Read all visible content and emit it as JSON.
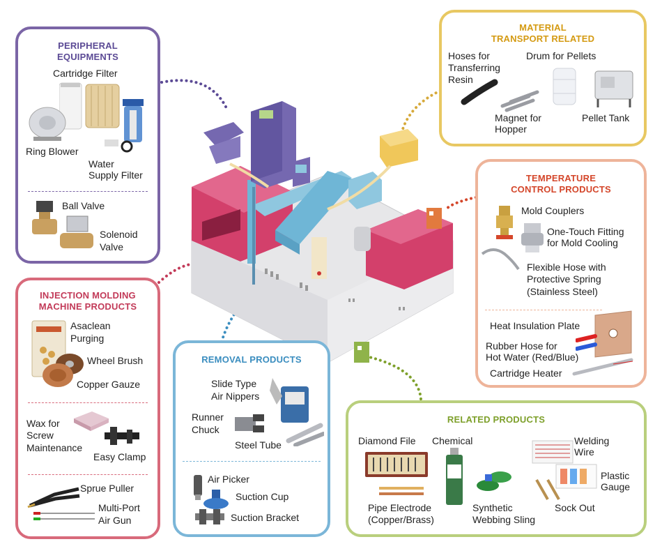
{
  "colors": {
    "peripheral": "#7b65a6",
    "injection": "#d86a7b",
    "removal": "#7bb6d8",
    "material": "#e8c862",
    "temperature": "#eeb49a",
    "related": "#b9cf7d",
    "title_peripheral": "#5b4a95",
    "title_injection": "#c23a58",
    "title_removal": "#3a8dbf",
    "title_material": "#d49a12",
    "title_temperature": "#d4462a",
    "title_related": "#7ea02b"
  },
  "peripheral": {
    "title_line1": "PERIPHERAL",
    "title_line2": "EQUIPMENTS",
    "items": {
      "cartridge_filter": "Cartridge Filter",
      "ring_blower": "Ring Blower",
      "water_supply_filter_1": "Water",
      "water_supply_filter_2": "Supply Filter",
      "ball_valve": "Ball Valve",
      "solenoid_valve_1": "Solenoid",
      "solenoid_valve_2": "Valve"
    }
  },
  "injection": {
    "title_line1": "INJECTION MOLDING",
    "title_line2": "MACHINE PRODUCTS",
    "items": {
      "asaclean_1": "Asaclean",
      "asaclean_2": "Purging",
      "wheel_brush": "Wheel Brush",
      "copper_gauze": "Copper Gauze",
      "wax_1": "Wax for",
      "wax_2": "Screw",
      "wax_3": "Maintenance",
      "easy_clamp": "Easy Clamp",
      "sprue_puller": "Sprue Puller",
      "air_gun_1": "Multi-Port",
      "air_gun_2": "Air Gun"
    }
  },
  "removal": {
    "title": "REMOVAL PRODUCTS",
    "items": {
      "nippers_1": "Slide Type",
      "nippers_2": "Air Nippers",
      "runner_chuck_1": "Runner",
      "runner_chuck_2": "Chuck",
      "steel_tube": "Steel Tube",
      "air_picker": "Air Picker",
      "suction_cup": "Suction Cup",
      "suction_bracket": "Suction Bracket"
    }
  },
  "material": {
    "title_line1": "MATERIAL",
    "title_line2": "TRANSPORT RELATED",
    "items": {
      "hoses_1": "Hoses for",
      "hoses_2": "Transferring",
      "hoses_3": "Resin",
      "drum": "Drum for Pellets",
      "magnet_1": "Magnet for",
      "magnet_2": "Hopper",
      "pellet_tank": "Pellet Tank"
    }
  },
  "temperature": {
    "title_line1": "TEMPERATURE",
    "title_line2": "CONTROL PRODUCTS",
    "items": {
      "mold_couplers": "Mold Couplers",
      "fitting_1": "One-Touch Fitting",
      "fitting_2": "for Mold Cooling",
      "flex_hose_1": "Flexible Hose with",
      "flex_hose_2": "Protective Spring",
      "flex_hose_3": "(Stainless Steel)",
      "heat_plate": "Heat Insulation Plate",
      "rubber_hose_1": "Rubber Hose for",
      "rubber_hose_2": "Hot Water (Red/Blue)",
      "cartridge_heater": "Cartridge Heater"
    }
  },
  "related": {
    "title": "RELATED PRODUCTS",
    "items": {
      "diamond_file": "Diamond File",
      "chemical": "Chemical",
      "welding_1": "Welding",
      "welding_2": "Wire",
      "plastic_gauge_1": "Plastic",
      "plastic_gauge_2": "Gauge",
      "pipe_electrode_1": "Pipe Electrode",
      "pipe_electrode_2": "(Copper/Brass)",
      "sling_1": "Synthetic",
      "sling_2": "Webbing Sling",
      "sock_out": "Sock Out"
    }
  }
}
